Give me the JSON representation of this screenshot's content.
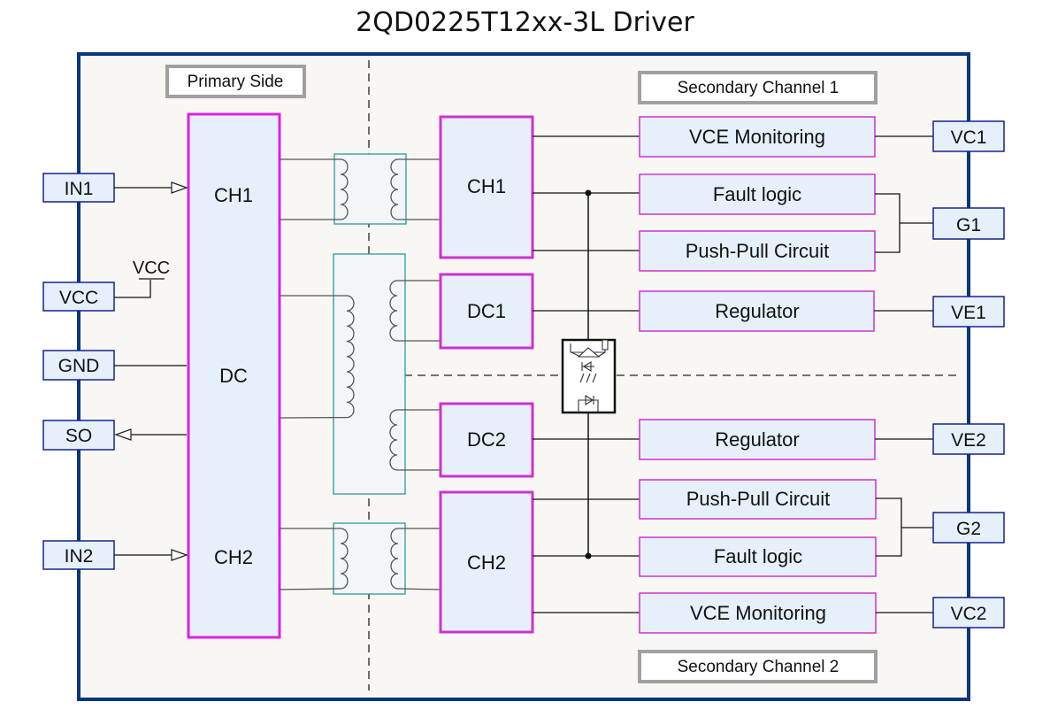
{
  "title": "2QD0225T12xx-3L Driver",
  "colors": {
    "frame_border": "#0a3580",
    "frame_fill": "#f8f7f3",
    "block_border": "#e020e0",
    "block_fill": "#e6f0fb",
    "pin_border": "#14248c",
    "pin_fill": "#e6f0fb",
    "transformer_border": "#2a9a9a",
    "section_label_border": "#a0a0a0"
  },
  "sections": {
    "primary": "Primary Side",
    "secondary1": "Secondary Channel 1",
    "secondary2": "Secondary  Channel 2"
  },
  "primary_pins": {
    "in1": "IN1",
    "vcc": "VCC",
    "gnd": "GND",
    "so": "SO",
    "in2": "IN2",
    "vcc_supply_label": "VCC"
  },
  "primary_block": {
    "ch1": "CH1",
    "dc": "DC",
    "ch2": "CH2"
  },
  "secondary_blocks": {
    "ch1": "CH1",
    "dc1": "DC1",
    "dc2": "DC2",
    "ch2": "CH2"
  },
  "channel1_functions": {
    "vce_monitoring": "VCE Monitoring",
    "fault_logic": "Fault logic",
    "push_pull": "Push-Pull Circuit",
    "regulator": "Regulator"
  },
  "channel2_functions": {
    "regulator": "Regulator",
    "push_pull": "Push-Pull Circuit",
    "fault_logic": "Fault logic",
    "vce_monitoring": "VCE Monitoring"
  },
  "secondary_pins": {
    "vc1": "VC1",
    "g1": "G1",
    "ve1": "VE1",
    "ve2": "VE2",
    "g2": "G2",
    "vc2": "VC2"
  },
  "icons": {
    "isolation_transformer": "transformer-coil-icon",
    "optocoupler": "optocoupler-icon",
    "input_arrow": "triangle-arrow-icon"
  }
}
